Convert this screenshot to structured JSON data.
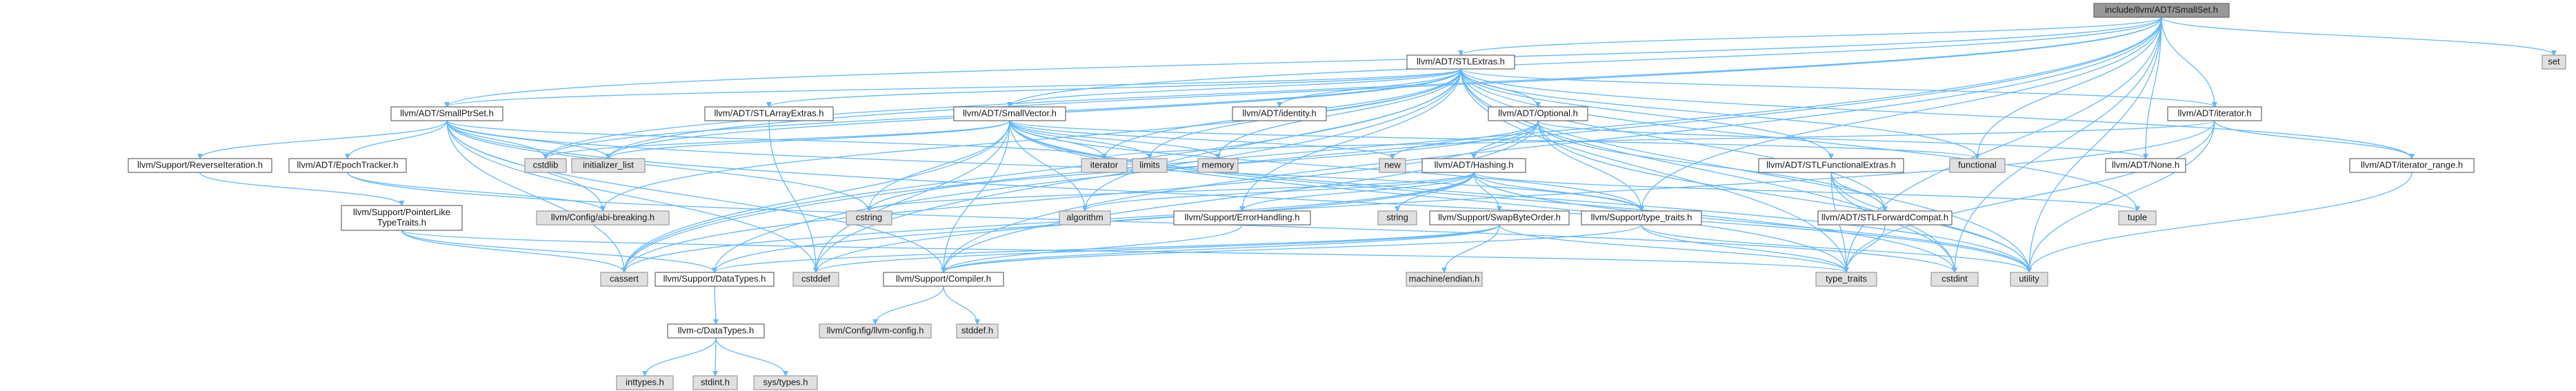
{
  "graph": {
    "root": "include/llvm/ADT/SmallSet.h",
    "colors": {
      "edge": "#63b8ff",
      "root_fill": "#999999",
      "system_fill": "#e0e0e0",
      "local_fill": "#ffffff",
      "border": "#666666"
    },
    "nodes": [
      {
        "id": "root",
        "label": "include/llvm/ADT/SmallSet.h",
        "kind": "root"
      },
      {
        "id": "stlextras",
        "label": "llvm/ADT/STLExtras.h",
        "kind": "local"
      },
      {
        "id": "set",
        "label": "set",
        "kind": "sys"
      },
      {
        "id": "smallptrset",
        "label": "llvm/ADT/SmallPtrSet.h",
        "kind": "local"
      },
      {
        "id": "stlarrayextras",
        "label": "llvm/ADT/STLArrayExtras.h",
        "kind": "local"
      },
      {
        "id": "smallvector",
        "label": "llvm/ADT/SmallVector.h",
        "kind": "local"
      },
      {
        "id": "identity",
        "label": "llvm/ADT/identity.h",
        "kind": "local"
      },
      {
        "id": "optional",
        "label": "llvm/ADT/Optional.h",
        "kind": "local"
      },
      {
        "id": "iteratorh",
        "label": "llvm/ADT/iterator.h",
        "kind": "local"
      },
      {
        "id": "reverseiteration",
        "label": "llvm/Support/ReverseIteration.h",
        "kind": "local"
      },
      {
        "id": "epochtracker",
        "label": "llvm/ADT/EpochTracker.h",
        "kind": "local"
      },
      {
        "id": "cstdlib",
        "label": "cstdlib",
        "kind": "sys"
      },
      {
        "id": "initlist",
        "label": "initializer_list",
        "kind": "sys"
      },
      {
        "id": "iterator",
        "label": "iterator",
        "kind": "sys"
      },
      {
        "id": "limits",
        "label": "limits",
        "kind": "sys"
      },
      {
        "id": "memory",
        "label": "memory",
        "kind": "sys"
      },
      {
        "id": "new",
        "label": "new",
        "kind": "sys"
      },
      {
        "id": "functional",
        "label": "functional",
        "kind": "sys"
      },
      {
        "id": "none",
        "label": "llvm/ADT/None.h",
        "kind": "local"
      },
      {
        "id": "hashing",
        "label": "llvm/ADT/Hashing.h",
        "kind": "local"
      },
      {
        "id": "stlfunctionalextras",
        "label": "llvm/ADT/STLFunctionalExtras.h",
        "kind": "local"
      },
      {
        "id": "iteratorrange",
        "label": "llvm/ADT/iterator_range.h",
        "kind": "local"
      },
      {
        "id": "pointerliketypetraits",
        "label": [
          "llvm/Support/PointerLike",
          "TypeTraits.h"
        ],
        "kind": "local"
      },
      {
        "id": "abibreaking",
        "label": "llvm/Config/abi-breaking.h",
        "kind": "sys"
      },
      {
        "id": "cstring",
        "label": "cstring",
        "kind": "sys"
      },
      {
        "id": "algorithm",
        "label": "algorithm",
        "kind": "sys"
      },
      {
        "id": "string",
        "label": "string",
        "kind": "sys"
      },
      {
        "id": "errorhandling",
        "label": "llvm/Support/ErrorHandling.h",
        "kind": "local"
      },
      {
        "id": "swapbyteorder",
        "label": "llvm/Support/SwapByteOrder.h",
        "kind": "local"
      },
      {
        "id": "typetraits",
        "label": "llvm/Support/type_traits.h",
        "kind": "local"
      },
      {
        "id": "stlforwardcompat",
        "label": "llvm/ADT/STLForwardCompat.h",
        "kind": "local"
      },
      {
        "id": "tuple",
        "label": "tuple",
        "kind": "sys"
      },
      {
        "id": "cassert",
        "label": "cassert",
        "kind": "sys"
      },
      {
        "id": "datatypes",
        "label": "llvm/Support/DataTypes.h",
        "kind": "local"
      },
      {
        "id": "cstddef",
        "label": "cstddef",
        "kind": "sys"
      },
      {
        "id": "compiler",
        "label": "llvm/Support/Compiler.h",
        "kind": "local"
      },
      {
        "id": "endian",
        "label": "machine/endian.h",
        "kind": "sys"
      },
      {
        "id": "type_traits",
        "label": "type_traits",
        "kind": "sys"
      },
      {
        "id": "cstdint",
        "label": "cstdint",
        "kind": "sys"
      },
      {
        "id": "utility",
        "label": "utility",
        "kind": "sys"
      },
      {
        "id": "cdatatypes",
        "label": "llvm-c/DataTypes.h",
        "kind": "local"
      },
      {
        "id": "llvmconfig",
        "label": "llvm/Config/llvm-config.h",
        "kind": "sys"
      },
      {
        "id": "stddef",
        "label": "stddef.h",
        "kind": "sys"
      },
      {
        "id": "inttypes",
        "label": "inttypes.h",
        "kind": "sys"
      },
      {
        "id": "stdint",
        "label": "stdint.h",
        "kind": "sys"
      },
      {
        "id": "systypes",
        "label": "sys/types.h",
        "kind": "sys"
      }
    ],
    "edges": [
      [
        "root",
        "stlextras"
      ],
      [
        "root",
        "set"
      ],
      [
        "root",
        "smallptrset"
      ],
      [
        "root",
        "smallvector"
      ],
      [
        "root",
        "iteratorh"
      ],
      [
        "root",
        "functional"
      ],
      [
        "root",
        "none"
      ],
      [
        "root",
        "typetraits"
      ],
      [
        "root",
        "cassert"
      ],
      [
        "root",
        "datatypes"
      ],
      [
        "root",
        "compiler"
      ],
      [
        "root",
        "type_traits"
      ],
      [
        "root",
        "cstdint"
      ],
      [
        "root",
        "utility"
      ],
      [
        "root",
        "initlist"
      ],
      [
        "root",
        "cstdlib"
      ],
      [
        "stlextras",
        "smallptrset"
      ],
      [
        "stlextras",
        "stlarrayextras"
      ],
      [
        "stlextras",
        "smallvector"
      ],
      [
        "stlextras",
        "identity"
      ],
      [
        "stlextras",
        "optional"
      ],
      [
        "stlextras",
        "iteratorh"
      ],
      [
        "stlextras",
        "stlfunctionalextras"
      ],
      [
        "stlextras",
        "iteratorrange"
      ],
      [
        "stlextras",
        "stlforwardcompat"
      ],
      [
        "stlextras",
        "errorhandling"
      ],
      [
        "stlextras",
        "abibreaking"
      ],
      [
        "stlextras",
        "algorithm"
      ],
      [
        "stlextras",
        "cassert"
      ],
      [
        "stlextras",
        "cstddef"
      ],
      [
        "stlextras",
        "cstdint"
      ],
      [
        "stlextras",
        "cstdlib"
      ],
      [
        "stlextras",
        "functional"
      ],
      [
        "stlextras",
        "initlist"
      ],
      [
        "stlextras",
        "iterator"
      ],
      [
        "stlextras",
        "limits"
      ],
      [
        "stlextras",
        "memory"
      ],
      [
        "stlextras",
        "tuple"
      ],
      [
        "stlextras",
        "type_traits"
      ],
      [
        "stlextras",
        "utility"
      ],
      [
        "smallptrset",
        "epochtracker"
      ],
      [
        "smallptrset",
        "reverseiteration"
      ],
      [
        "smallptrset",
        "abibreaking"
      ],
      [
        "smallptrset",
        "compiler"
      ],
      [
        "smallptrset",
        "typetraits"
      ],
      [
        "smallptrset",
        "cassert"
      ],
      [
        "smallptrset",
        "cstddef"
      ],
      [
        "smallptrset",
        "cstdlib"
      ],
      [
        "smallptrset",
        "cstring"
      ],
      [
        "smallptrset",
        "initlist"
      ],
      [
        "smallptrset",
        "iterator"
      ],
      [
        "smallptrset",
        "utility"
      ],
      [
        "stlarrayextras",
        "cstddef"
      ],
      [
        "smallvector",
        "compiler"
      ],
      [
        "smallvector",
        "typetraits"
      ],
      [
        "smallvector",
        "algorithm"
      ],
      [
        "smallvector",
        "cassert"
      ],
      [
        "smallvector",
        "cstddef"
      ],
      [
        "smallvector",
        "cstdlib"
      ],
      [
        "smallvector",
        "cstring"
      ],
      [
        "smallvector",
        "functional"
      ],
      [
        "smallvector",
        "initlist"
      ],
      [
        "smallvector",
        "iterator"
      ],
      [
        "smallvector",
        "limits"
      ],
      [
        "smallvector",
        "memory"
      ],
      [
        "smallvector",
        "new"
      ],
      [
        "smallvector",
        "type_traits"
      ],
      [
        "smallvector",
        "utility"
      ],
      [
        "smallvector",
        "cstdint"
      ],
      [
        "optional",
        "none"
      ],
      [
        "optional",
        "hashing"
      ],
      [
        "optional",
        "stlforwardcompat"
      ],
      [
        "optional",
        "compiler"
      ],
      [
        "optional",
        "typetraits"
      ],
      [
        "optional",
        "cassert"
      ],
      [
        "optional",
        "cstring"
      ],
      [
        "optional",
        "new"
      ],
      [
        "optional",
        "utility"
      ],
      [
        "iteratorh",
        "iteratorrange"
      ],
      [
        "iteratorh",
        "cstddef"
      ],
      [
        "iteratorh",
        "iterator"
      ],
      [
        "iteratorh",
        "type_traits"
      ],
      [
        "iteratorh",
        "utility"
      ],
      [
        "reverseiteration",
        "pointerliketypetraits"
      ],
      [
        "epochtracker",
        "abibreaking"
      ],
      [
        "epochtracker",
        "cstdint"
      ],
      [
        "hashing",
        "errorhandling"
      ],
      [
        "hashing",
        "swapbyteorder"
      ],
      [
        "hashing",
        "typetraits"
      ],
      [
        "hashing",
        "algorithm"
      ],
      [
        "hashing",
        "cassert"
      ],
      [
        "hashing",
        "cstring"
      ],
      [
        "hashing",
        "string"
      ],
      [
        "hashing",
        "tuple"
      ],
      [
        "hashing",
        "utility"
      ],
      [
        "hashing",
        "datatypes"
      ],
      [
        "stlfunctionalextras",
        "stlforwardcompat"
      ],
      [
        "stlfunctionalextras",
        "cstdint"
      ],
      [
        "stlfunctionalextras",
        "type_traits"
      ],
      [
        "stlfunctionalextras",
        "utility"
      ],
      [
        "iteratorrange",
        "utility"
      ],
      [
        "pointerliketypetraits",
        "datatypes"
      ],
      [
        "pointerliketypetraits",
        "cassert"
      ],
      [
        "pointerliketypetraits",
        "type_traits"
      ],
      [
        "errorhandling",
        "compiler"
      ],
      [
        "swapbyteorder",
        "compiler"
      ],
      [
        "swapbyteorder",
        "datatypes"
      ],
      [
        "swapbyteorder",
        "cstddef"
      ],
      [
        "swapbyteorder",
        "type_traits"
      ],
      [
        "swapbyteorder",
        "endian"
      ],
      [
        "typetraits",
        "compiler"
      ],
      [
        "typetraits",
        "type_traits"
      ],
      [
        "typetraits",
        "utility"
      ],
      [
        "stlforwardcompat",
        "type_traits"
      ],
      [
        "datatypes",
        "cdatatypes"
      ],
      [
        "compiler",
        "llvmconfig"
      ],
      [
        "compiler",
        "stddef"
      ],
      [
        "cdatatypes",
        "inttypes"
      ],
      [
        "cdatatypes",
        "stdint"
      ],
      [
        "cdatatypes",
        "systypes"
      ]
    ]
  }
}
